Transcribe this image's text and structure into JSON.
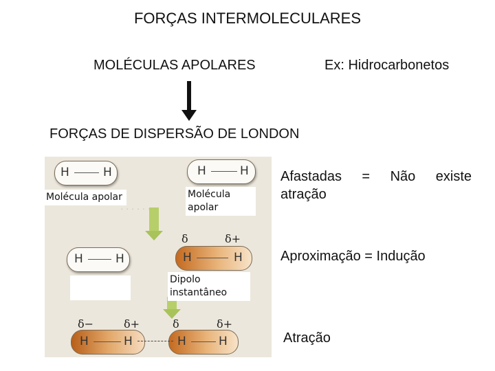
{
  "title": "FORÇAS INTERMOLECULARES",
  "header": {
    "left": "MOLÉCULAS APOLARES",
    "right": "Ex: Hidrocarbonetos"
  },
  "subtitle": "FORÇAS DE DISPERSÃO DE LONDON",
  "figure": {
    "atom": "H",
    "delta_plus": "δ+",
    "delta_minus": "δ−",
    "delta": "δ",
    "label_molecule_left": "Molécula apolar",
    "label_molecule_right": "Molécula apolar",
    "label_dipole": "Dipolo instantâneo"
  },
  "notes": {
    "line1": "Afastadas = Não existe atração",
    "line2": "Aproximação = Indução",
    "line3": "Atração"
  }
}
